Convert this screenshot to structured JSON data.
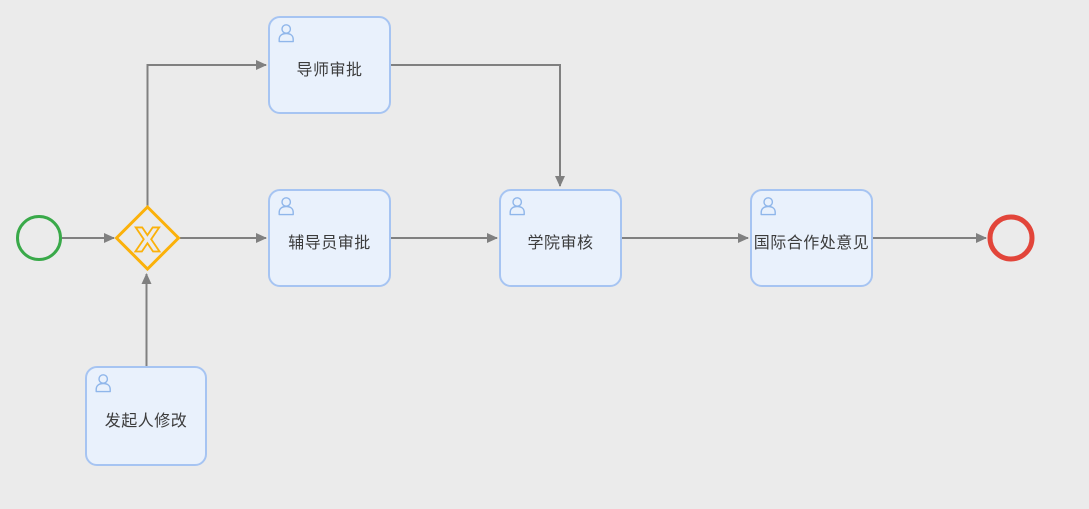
{
  "diagram": {
    "type": "workflow-flowchart",
    "start_event": {
      "name": "start"
    },
    "end_event": {
      "name": "end"
    },
    "gateway": {
      "name": "exclusive-gateway",
      "symbol": "X"
    },
    "tasks": [
      {
        "label": "导师审批",
        "icon": "user-icon"
      },
      {
        "label": "辅导员审批",
        "icon": "user-icon"
      },
      {
        "label": "学院审核",
        "icon": "user-icon"
      },
      {
        "label": "国际合作处意见",
        "icon": "user-icon"
      },
      {
        "label": "发起人修改",
        "icon": "user-icon"
      }
    ],
    "flows": [
      {
        "from": "start",
        "to": "exclusive-gateway"
      },
      {
        "from": "exclusive-gateway",
        "to": "导师审批"
      },
      {
        "from": "导师审批",
        "to": "学院审核"
      },
      {
        "from": "exclusive-gateway",
        "to": "辅导员审批"
      },
      {
        "from": "辅导员审批",
        "to": "学院审核"
      },
      {
        "from": "学院审核",
        "to": "国际合作处意见"
      },
      {
        "from": "国际合作处意见",
        "to": "end"
      },
      {
        "from": "发起人修改",
        "to": "exclusive-gateway"
      }
    ]
  },
  "colors": {
    "bg": "#ebebeb",
    "edge": "#808080",
    "start": "#39a949",
    "end": "#e2453a",
    "gateway": "#fbb10a",
    "task-border": "#a6c4f2",
    "task-fill": "#e9f1fc",
    "icon": "#8fb6ea",
    "text": "#3c3c3c"
  }
}
